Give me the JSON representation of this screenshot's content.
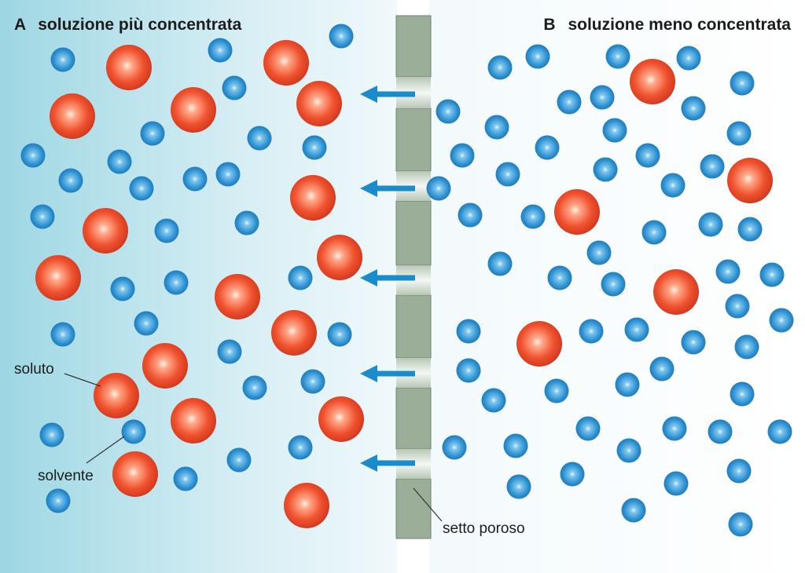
{
  "panel_a": {
    "letter": "A",
    "title": "soluzione più concentrata"
  },
  "panel_b": {
    "letter": "B",
    "title": "soluzione meno concentrata"
  },
  "labels": {
    "solute": "soluto",
    "solvent": "solvente",
    "membrane": "setto poroso"
  },
  "colors": {
    "solute": "#f0522e",
    "solvent": "#2a8fd0",
    "arrow": "#1a8ccc",
    "membrane": "#9aae98",
    "background_left": "#9dd7e3",
    "background_right": "#ffffff"
  },
  "legend": {
    "solute_symbol": "red-sphere",
    "solvent_symbol": "blue-sphere"
  },
  "flow_direction": "B-to-A"
}
